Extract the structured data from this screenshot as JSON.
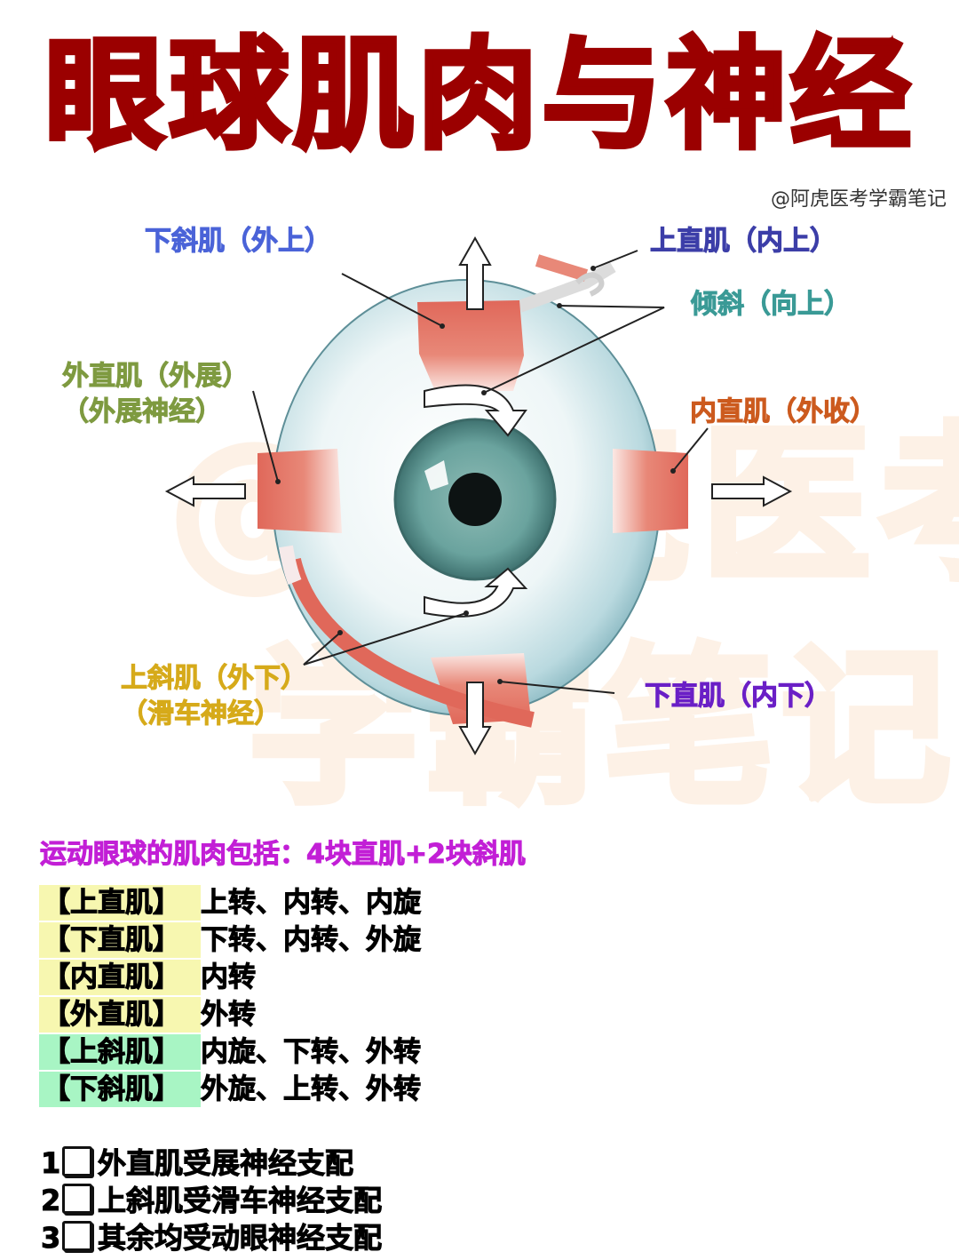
{
  "title": "眼球肌肉与神经",
  "credit": "@阿虎医考学霸笔记",
  "watermark": {
    "line1": "@阿虎医考",
    "line2": "学霸笔记"
  },
  "diagram": {
    "labels": {
      "inferior_oblique": {
        "text": "下斜肌（外上）",
        "color": "#4a63d8"
      },
      "superior_rectus": {
        "text": "上直肌（内上）",
        "color": "#3c3ea8"
      },
      "tilt": {
        "text": "倾斜（向上）",
        "color": "#3a9a96"
      },
      "lateral_rectus": {
        "text": "外直肌（外展）",
        "sub": "（外展神经）",
        "color": "#7e9a40"
      },
      "medial_rectus": {
        "text": "内直肌（外收）",
        "color": "#cc5a1e"
      },
      "superior_oblique": {
        "text": "上斜肌（外下）",
        "sub": "（滑车神经）",
        "color": "#d6aa1a"
      },
      "inferior_rectus": {
        "text": "下直肌（内下）",
        "color": "#6a1fc6"
      }
    },
    "colors": {
      "muscle": "#e06a5a",
      "sclera": "#cfe6ea",
      "iris": "#5f9c98",
      "pupil": "#111111"
    }
  },
  "summary": "运动眼球的肌肉包括：4块直肌+2块斜肌",
  "muscles": [
    {
      "name": "【上直肌】",
      "actions": "上转、内转、内旋",
      "highlight": "#f7f7b0"
    },
    {
      "name": "【下直肌】",
      "actions": "下转、内转、外旋",
      "highlight": "#f7f7b0"
    },
    {
      "name": "【内直肌】",
      "actions": "内转",
      "highlight": "#f7f7b0"
    },
    {
      "name": "【外直肌】",
      "actions": "外转",
      "highlight": "#f7f7b0"
    },
    {
      "name": "【上斜肌】",
      "actions": "内旋、下转、外转",
      "highlight": "#a8f5c4"
    },
    {
      "name": "【下斜肌】",
      "actions": "外旋、上转、外转",
      "highlight": "#a8f5c4"
    }
  ],
  "notes": [
    {
      "num": "1",
      "text": "外直肌受展神经支配"
    },
    {
      "num": "2",
      "text": "上斜肌受滑车神经支配"
    },
    {
      "num": "3",
      "text": "其余均受动眼神经支配"
    }
  ]
}
